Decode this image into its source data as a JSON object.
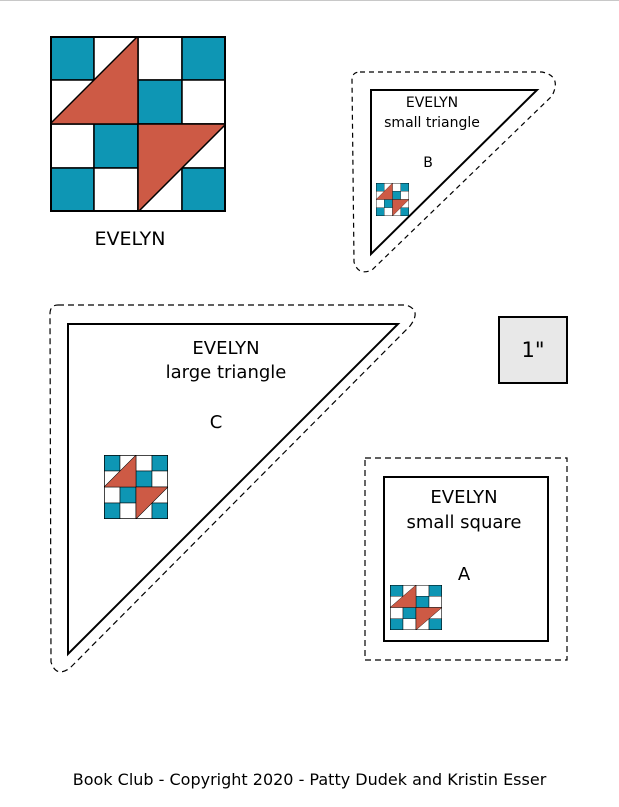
{
  "colors": {
    "teal": "#0e96b4",
    "rust": "#cd5a45",
    "light": "#ffffff",
    "ruler_fill": "#e8e8e8"
  },
  "block": {
    "name": "EVELYN",
    "grid": [
      [
        "teal",
        "light",
        "light",
        "teal"
      ],
      [
        "light",
        "teal",
        "teal",
        "light"
      ],
      [
        "light",
        "teal",
        "teal",
        "light"
      ],
      [
        "teal",
        "light",
        "light",
        "teal"
      ]
    ]
  },
  "templates": {
    "small_triangle": {
      "name": "EVELYN",
      "subtitle": "small triangle",
      "letter": "B"
    },
    "large_triangle": {
      "name": "EVELYN",
      "subtitle": "large triangle",
      "letter": "C"
    },
    "small_square": {
      "name": "EVELYN",
      "subtitle": "small square",
      "letter": "A"
    }
  },
  "ruler": {
    "label": "1\""
  },
  "footer": {
    "text": "Book Club - Copyright 2020  - Patty Dudek and Kristin Esser"
  }
}
